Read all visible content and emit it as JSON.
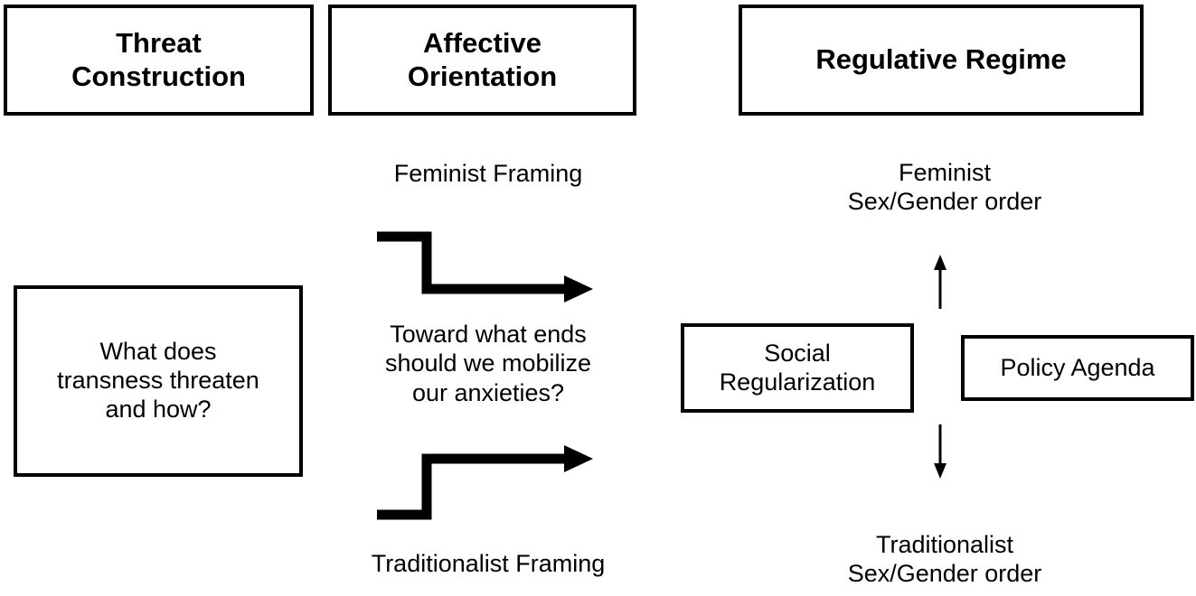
{
  "diagram": {
    "title": "Threat Construction / Affective Orientation / Regulative Regime framework",
    "colors": {
      "stroke": "#000000",
      "background": "#ffffff",
      "text": "#000000"
    },
    "headers": [
      {
        "id": "threat-construction",
        "label": "Threat\nConstruction"
      },
      {
        "id": "affective-orientation",
        "label": "Affective\nOrientation"
      },
      {
        "id": "regulative-regime",
        "label": "Regulative Regime"
      }
    ],
    "columns": {
      "threat_construction": {
        "question_box": "What does\ntransness threaten\nand how?"
      },
      "affective_orientation": {
        "top_framing": "Feminist Framing",
        "center_question": "Toward what ends\nshould we mobilize\nour anxieties?",
        "bottom_framing": "Traditionalist Framing"
      },
      "regulative_regime": {
        "top_order": "Feminist\nSex/Gender order",
        "bottom_order": "Traditionalist\nSex/Gender order",
        "boxes": [
          {
            "id": "social-regularization",
            "label": "Social\nRegularization"
          },
          {
            "id": "policy-agenda",
            "label": "Policy Agenda"
          }
        ]
      }
    },
    "connectors": [
      {
        "id": "feminist-step-arrow",
        "kind": "step-arrow",
        "direction": "down-right",
        "from": "affective-orientation-top",
        "to": "regulative-regime"
      },
      {
        "id": "traditionalist-step-arrow",
        "kind": "step-arrow",
        "direction": "up-right",
        "from": "affective-orientation-bottom",
        "to": "regulative-regime"
      },
      {
        "id": "up-arrow-feminist-order",
        "kind": "arrow",
        "direction": "up",
        "to": "feminist-sex-gender-order"
      },
      {
        "id": "down-arrow-traditionalist-order",
        "kind": "arrow",
        "direction": "down",
        "to": "traditionalist-sex-gender-order"
      }
    ]
  }
}
